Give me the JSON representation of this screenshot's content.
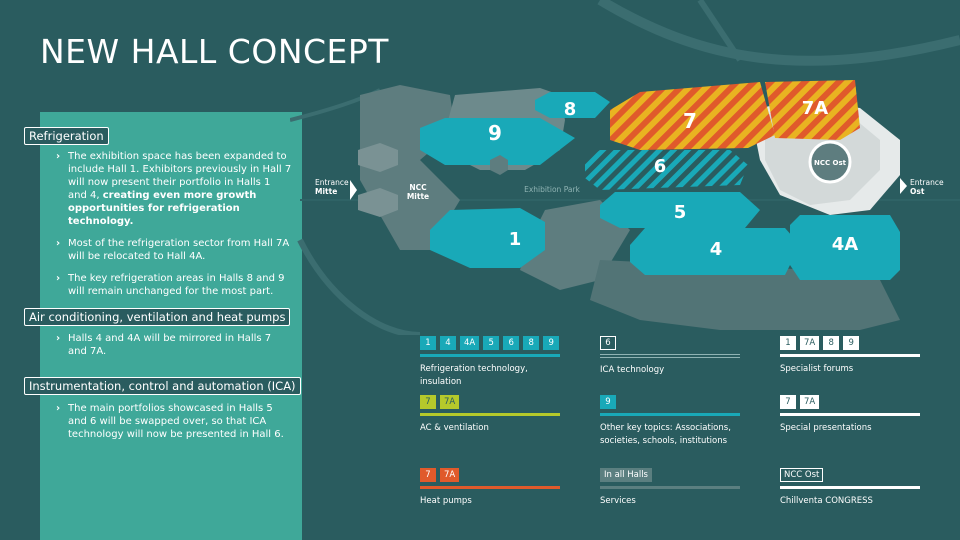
{
  "title": "NEW HALL CONCEPT",
  "sections": [
    {
      "label": "Refrigeration",
      "bullets": [
        {
          "text": "The exhibition space has been expanded to include Hall 1. Exhibitors previously in Hall 7 will now present their portfolio in Halls 1 and 4, ",
          "bold": "creating even more growth opportunities for refrigeration technology."
        },
        {
          "text": "Most of the refrigeration sector from Hall 7A will be relocated to Hall 4A.",
          "bold": ""
        },
        {
          "text": "The key refrigeration areas in Halls 8 and 9 will remain unchanged for the most part.",
          "bold": ""
        }
      ]
    },
    {
      "label": "Air conditioning, ventilation and heat pumps",
      "bullets": [
        {
          "text": "Halls 4 and 4A will be mirrored in Halls 7 and 7A.",
          "bold": ""
        }
      ]
    },
    {
      "label": "Instrumentation, control and automation (ICA)",
      "bullets": [
        {
          "text": "The main portfolios showcased in Halls 5 and 6 will be swapped over, so that ICA technology will now be presented in Hall 6.",
          "bold": ""
        }
      ]
    }
  ],
  "map": {
    "halls": [
      {
        "label": "9",
        "fill": "#19a9b8"
      },
      {
        "label": "8",
        "fill": "#19a9b8"
      },
      {
        "label": "7",
        "fill": "stripe-orange"
      },
      {
        "label": "7A",
        "fill": "stripe-orange"
      },
      {
        "label": "6",
        "fill": "stripe-teal"
      },
      {
        "label": "5",
        "fill": "#19a9b8"
      },
      {
        "label": "4",
        "fill": "#19a9b8"
      },
      {
        "label": "4A",
        "fill": "#19a9b8"
      },
      {
        "label": "1",
        "fill": "#19a9b8"
      }
    ],
    "entrance_mitte": [
      "Entrance",
      "Mitte"
    ],
    "ncc_mitte": [
      "NCC",
      "Mitte"
    ],
    "entrance_ost": [
      "Entrance",
      "Ost"
    ],
    "ncc_ost": "NCC Ost",
    "exhibition_park": "Exhibition Park"
  },
  "legend": [
    {
      "chips": [
        "1",
        "4",
        "4A",
        "5",
        "6",
        "8",
        "9"
      ],
      "style": "teal",
      "line": "#19a9b8",
      "label": "Refrigeration technology, insulation"
    },
    {
      "chips": [
        "6"
      ],
      "style": "outline",
      "line": "stripe",
      "label": "ICA technology"
    },
    {
      "chips": [
        "1",
        "7A",
        "8",
        "9"
      ],
      "style": "white",
      "line": "#ffffff",
      "label": "Specialist forums"
    },
    {
      "chips": [
        "7",
        "7A"
      ],
      "style": "lime",
      "line": "#b5c92b",
      "label": "AC & ventilation"
    },
    {
      "chips": [
        "9"
      ],
      "style": "teal",
      "line": "#19a9b8",
      "label": "Other key topics: Associations, societies, schools, institutions"
    },
    {
      "chips": [
        "7",
        "7A"
      ],
      "style": "white",
      "line": "#ffffff",
      "label": "Special presentations"
    },
    {
      "chips": [
        "7",
        "7A"
      ],
      "style": "orange",
      "line": "#e05a2b",
      "label": "Heat pumps"
    },
    {
      "chips": [
        "In all Halls"
      ],
      "style": "grey",
      "line": "#5b7f80",
      "label": "Services"
    },
    {
      "chips": [
        "NCC Ost"
      ],
      "style": "outline",
      "line": "#ffffff",
      "label": "Chillventa CONGRESS"
    }
  ],
  "colors": {
    "background": "#2a5c5f",
    "panel": "#3fa899",
    "teal_hall": "#19a9b8",
    "orange_stripe": "#e05a2b",
    "yellow_stripe": "#e9b321",
    "lime": "#b5c92b",
    "grey_hall": "#5e7d7f"
  }
}
